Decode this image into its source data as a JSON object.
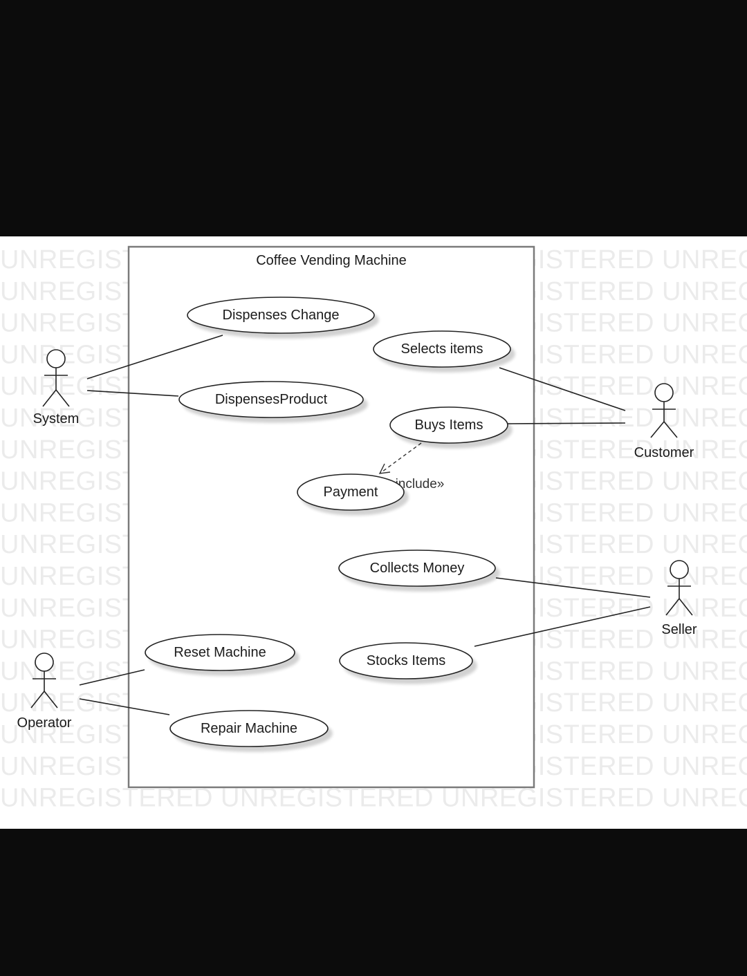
{
  "diagram": {
    "boundary_title": "Coffee Vending Machine",
    "watermark_text": "UNREGISTERED",
    "actors": [
      {
        "id": "system",
        "label": "System"
      },
      {
        "id": "customer",
        "label": "Customer"
      },
      {
        "id": "seller",
        "label": "Seller"
      },
      {
        "id": "operator",
        "label": "Operator"
      }
    ],
    "use_cases": [
      {
        "id": "dispenses-change",
        "label": "Dispenses Change"
      },
      {
        "id": "selects-items",
        "label": "Selects items"
      },
      {
        "id": "dispenses-product",
        "label": "DispensesProduct"
      },
      {
        "id": "buys-items",
        "label": "Buys Items"
      },
      {
        "id": "payment",
        "label": "Payment"
      },
      {
        "id": "collects-money",
        "label": "Collects Money"
      },
      {
        "id": "reset-machine",
        "label": "Reset Machine"
      },
      {
        "id": "stocks-items",
        "label": "Stocks Items"
      },
      {
        "id": "repair-machine",
        "label": "Repair Machine"
      }
    ],
    "include_label": "«include»",
    "associations": [
      {
        "from": "system",
        "to": "dispenses-change"
      },
      {
        "from": "system",
        "to": "dispenses-product"
      },
      {
        "from": "customer",
        "to": "selects-items"
      },
      {
        "from": "customer",
        "to": "buys-items"
      },
      {
        "from": "seller",
        "to": "collects-money"
      },
      {
        "from": "seller",
        "to": "stocks-items"
      },
      {
        "from": "operator",
        "to": "reset-machine"
      },
      {
        "from": "operator",
        "to": "repair-machine"
      }
    ],
    "includes": [
      {
        "from": "buys-items",
        "to": "payment"
      }
    ]
  }
}
